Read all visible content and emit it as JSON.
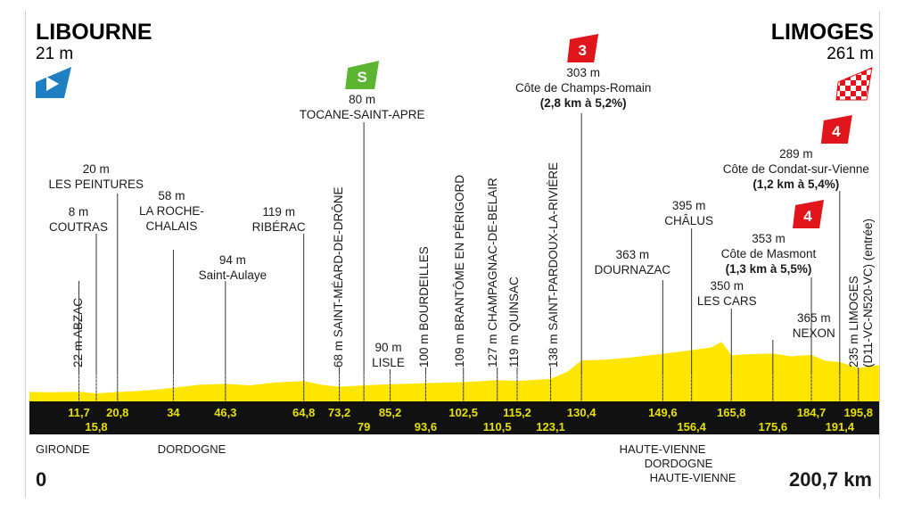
{
  "chart_data": {
    "type": "area",
    "start": {
      "name": "LIBOURNE",
      "altitude": "21 m"
    },
    "finish": {
      "name": "LIMOGES",
      "altitude": "261 m"
    },
    "xlim": [
      0,
      200.7
    ],
    "distance_start": "0",
    "distance_total": "200,7 km",
    "profile": [
      {
        "km": 0,
        "alt": 21
      },
      {
        "km": 5,
        "alt": 18
      },
      {
        "km": 11.7,
        "alt": 22
      },
      {
        "km": 15.8,
        "alt": 8
      },
      {
        "km": 20.8,
        "alt": 20
      },
      {
        "km": 28,
        "alt": 35
      },
      {
        "km": 34,
        "alt": 58
      },
      {
        "km": 40,
        "alt": 85
      },
      {
        "km": 46.3,
        "alt": 94
      },
      {
        "km": 52,
        "alt": 80
      },
      {
        "km": 58,
        "alt": 105
      },
      {
        "km": 64.8,
        "alt": 119
      },
      {
        "km": 69,
        "alt": 85
      },
      {
        "km": 73.2,
        "alt": 68
      },
      {
        "km": 79,
        "alt": 80
      },
      {
        "km": 85.2,
        "alt": 90
      },
      {
        "km": 90,
        "alt": 95
      },
      {
        "km": 93.6,
        "alt": 100
      },
      {
        "km": 102.5,
        "alt": 109
      },
      {
        "km": 107,
        "alt": 118
      },
      {
        "km": 110.5,
        "alt": 127
      },
      {
        "km": 115.2,
        "alt": 119
      },
      {
        "km": 123.1,
        "alt": 138
      },
      {
        "km": 127,
        "alt": 200
      },
      {
        "km": 130.4,
        "alt": 303
      },
      {
        "km": 136,
        "alt": 310
      },
      {
        "km": 142,
        "alt": 330
      },
      {
        "km": 149.6,
        "alt": 363
      },
      {
        "km": 156.4,
        "alt": 395
      },
      {
        "km": 161,
        "alt": 420
      },
      {
        "km": 163.5,
        "alt": 470
      },
      {
        "km": 165.8,
        "alt": 350
      },
      {
        "km": 170,
        "alt": 360
      },
      {
        "km": 175.6,
        "alt": 365
      },
      {
        "km": 180,
        "alt": 340
      },
      {
        "km": 184.7,
        "alt": 353
      },
      {
        "km": 188,
        "alt": 300
      },
      {
        "km": 191.4,
        "alt": 289
      },
      {
        "km": 195.8,
        "alt": 235
      },
      {
        "km": 200.7,
        "alt": 261
      }
    ],
    "waypoints": [
      {
        "km": 11.7,
        "km_label": "11,7",
        "alt": "22 m",
        "name": "ABZAC",
        "style": "vertical"
      },
      {
        "km": 15.8,
        "km_label": "15,8",
        "alt": "8 m",
        "name": "COUTRAS",
        "style": "horizontal"
      },
      {
        "km": 20.8,
        "km_label": "20,8",
        "alt": "20 m",
        "name": "LES PEINTURES",
        "style": "horizontal"
      },
      {
        "km": 34,
        "km_label": "34",
        "alt": "58 m",
        "name": "LA ROCHE-\nCHALAIS",
        "style": "horizontal"
      },
      {
        "km": 46.3,
        "km_label": "46,3",
        "alt": "94 m",
        "name": "Saint-Aulaye",
        "style": "horizontal"
      },
      {
        "km": 64.8,
        "km_label": "64,8",
        "alt": "119 m",
        "name": "RIBÉRAC",
        "style": "horizontal"
      },
      {
        "km": 73.2,
        "km_label": "73,2",
        "alt": "68 m",
        "name": "SAINT-MÉARD-DE-DRÔNE",
        "style": "vertical"
      },
      {
        "km": 79,
        "km_label": "79",
        "alt": "80 m",
        "name": "TOCANE-SAINT-APRE",
        "style": "horizontal",
        "sprint": true
      },
      {
        "km": 85.2,
        "km_label": "85,2",
        "alt": "90 m",
        "name": "LISLE",
        "style": "horizontal"
      },
      {
        "km": 93.6,
        "km_label": "93,6",
        "alt": "100 m",
        "name": "BOURDEILLES",
        "style": "vertical"
      },
      {
        "km": 102.5,
        "km_label": "102,5",
        "alt": "109 m",
        "name": "BRANTÔME EN PÉRIGORD",
        "style": "vertical"
      },
      {
        "km": 110.5,
        "km_label": "110,5",
        "alt": "127 m",
        "name": "CHAMPAGNAC-DE-BELAIR",
        "style": "vertical"
      },
      {
        "km": 115.2,
        "km_label": "115,2",
        "alt": "119 m",
        "name": "QUINSAC",
        "style": "vertical"
      },
      {
        "km": 123.1,
        "km_label": "123,1",
        "alt": "138 m",
        "name": "SAINT-PARDOUX-LA-RIVIÈRE",
        "style": "vertical"
      },
      {
        "km": 130.4,
        "km_label": "130,4",
        "alt": "303 m",
        "name": "Côte de Champs-Romain",
        "detail": "(2,8 km à 5,2%)",
        "style": "horizontal",
        "category": "3"
      },
      {
        "km": 149.6,
        "km_label": "149,6",
        "alt": "363 m",
        "name": "DOURNAZAC",
        "style": "horizontal"
      },
      {
        "km": 156.4,
        "km_label": "156,4",
        "alt": "395 m",
        "name": "CHÂLUS",
        "style": "horizontal"
      },
      {
        "km": 165.8,
        "km_label": "165,8",
        "alt": "350 m",
        "name": "LES CARS",
        "style": "horizontal"
      },
      {
        "km": 175.6,
        "km_label": "175,6",
        "alt": "365 m",
        "name": "NEXON",
        "style": "horizontal"
      },
      {
        "km": 184.7,
        "km_label": "184,7",
        "alt": "353 m",
        "name": "Côte de Masmont",
        "detail": "(1,3 km à 5,5%)",
        "style": "horizontal",
        "category": "4"
      },
      {
        "km": 191.4,
        "km_label": "191,4",
        "alt": "289 m",
        "name": "Côte de Condat-sur-Vienne",
        "detail": "(1,2 km à 5,4%)",
        "style": "horizontal",
        "category": "4"
      },
      {
        "km": 195.8,
        "km_label": "195,8",
        "alt": "235 m",
        "name": "LIMOGES",
        "name2": "(D11-VC-N520-VC) (entrée)",
        "style": "vertical"
      }
    ],
    "sprint_label": "S",
    "regions": [
      {
        "name": "GIRONDE",
        "km": 0
      },
      {
        "name": "DORDOGNE",
        "km": 31
      },
      {
        "name": "HAUTE-VIENNE",
        "km": 150,
        "line": 1
      },
      {
        "name": "DORDOGNE",
        "km": 156,
        "line": 2
      },
      {
        "name": "HAUTE-VIENNE",
        "km": 163,
        "line": 3
      }
    ],
    "colors": {
      "profile": "#ffe600",
      "band": "#111111",
      "km_text": "#e6e000",
      "climb_badge": "#e0161c",
      "start_flag": "#1e7fc2",
      "sprint_badge": "#5bb531"
    }
  }
}
